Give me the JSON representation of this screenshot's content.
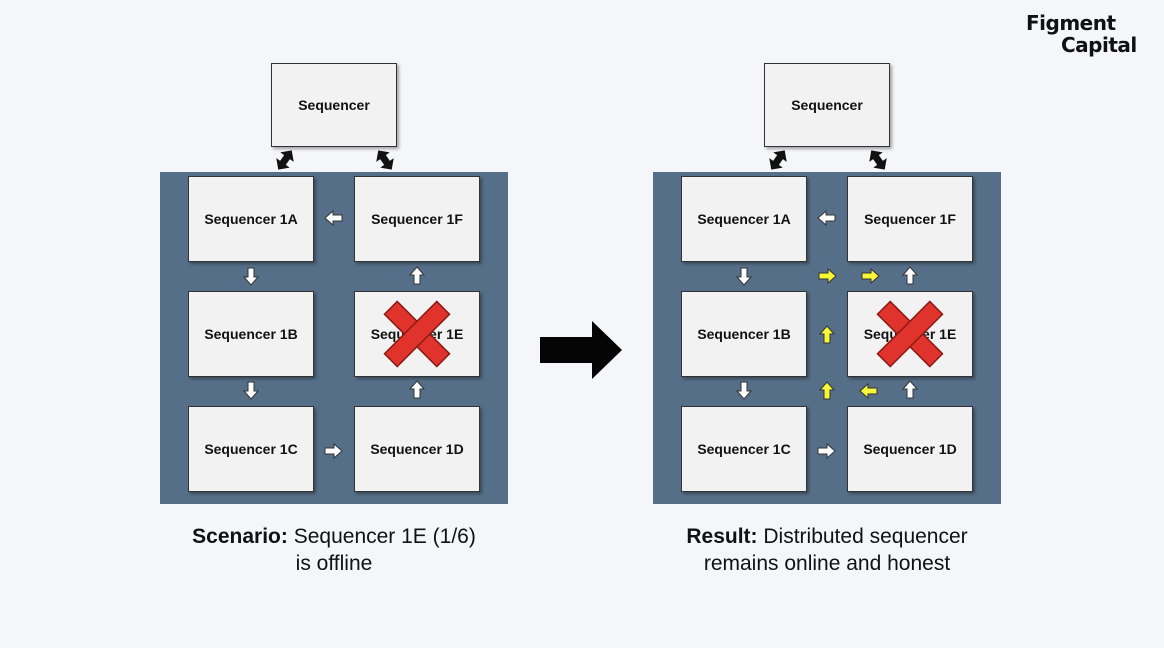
{
  "logo": {
    "line1": "Figment",
    "line2": "Capital"
  },
  "left": {
    "top_label": "Sequencer",
    "cells": {
      "a": "Sequencer 1A",
      "b": "Sequencer 1B",
      "c": "Sequencer 1C",
      "d": "Sequencer 1D",
      "e": "Sequencer 1E",
      "f": "Sequencer 1F"
    },
    "caption_bold": "Scenario:",
    "caption_line1": "Sequencer 1E (1/6)",
    "caption_line2": "is offline"
  },
  "right": {
    "top_label": "Sequencer",
    "cells": {
      "a": "Sequencer 1A",
      "b": "Sequencer 1B",
      "c": "Sequencer 1C",
      "d": "Sequencer 1D",
      "e": "Sequencer 1E",
      "f": "Sequencer 1F"
    },
    "caption_bold": "Result:",
    "caption_line1": "Distributed sequencer",
    "caption_line2": "remains online and honest"
  },
  "colors": {
    "panel": "#566f88",
    "box": "#f2f2f2",
    "failed_mark": "#e0332b",
    "reroute_arrow": "#f7f73a",
    "flow_arrow": "#ffffff"
  },
  "icons": {
    "failed_mark": "x-mark-icon",
    "transition": "right-arrow-icon"
  }
}
